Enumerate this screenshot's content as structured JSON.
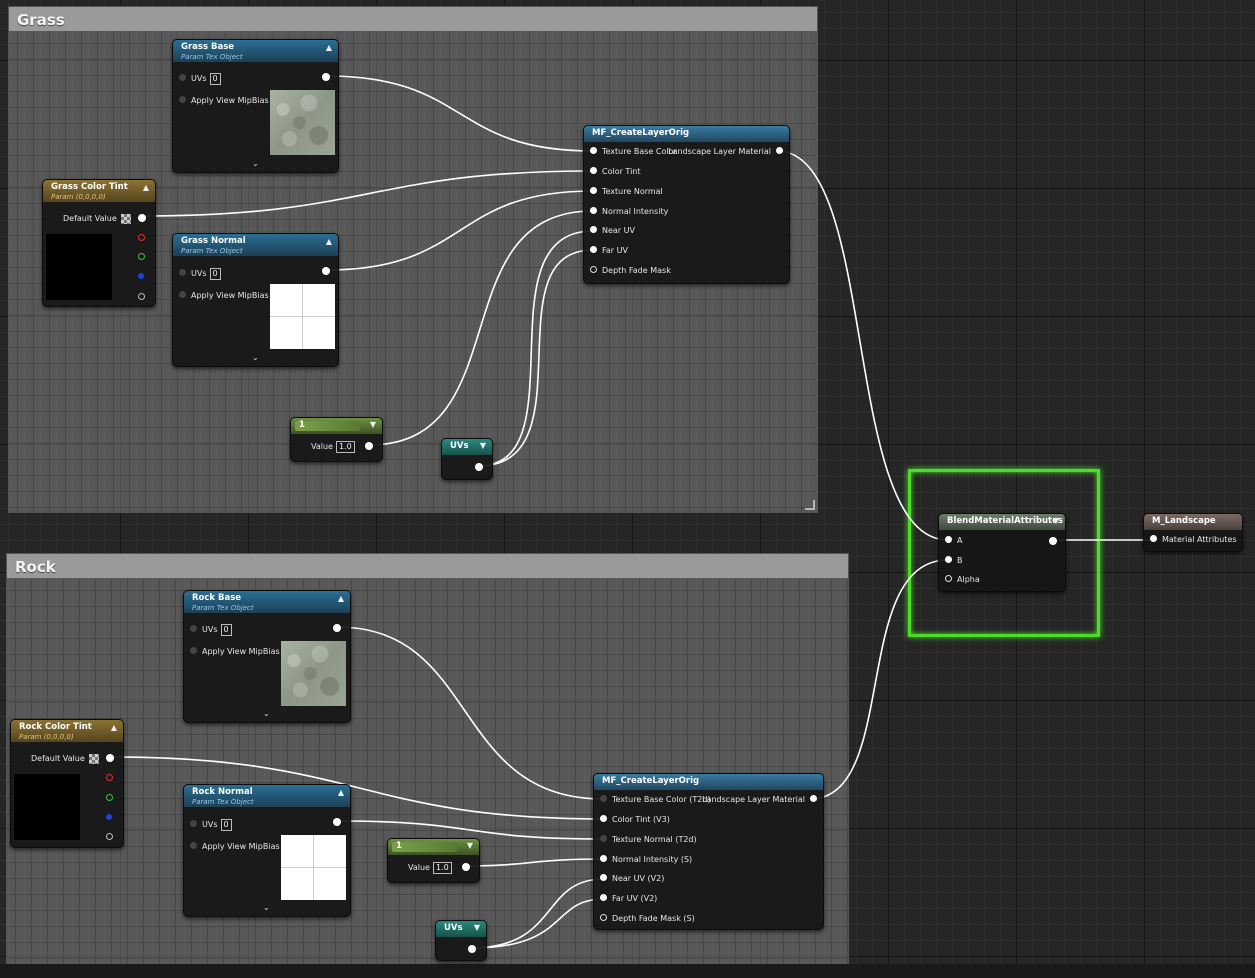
{
  "comments": {
    "grass": {
      "title": "Grass"
    },
    "rock": {
      "title": "Rock"
    }
  },
  "grass": {
    "base": {
      "title": "Grass Base",
      "subtitle": "Param Tex Object",
      "uvs_label": "UVs",
      "uvs_value": "0",
      "mip_label": "Apply View MipBias"
    },
    "normal": {
      "title": "Grass Normal",
      "subtitle": "Param Tex Object",
      "uvs_label": "UVs",
      "uvs_value": "0",
      "mip_label": "Apply View MipBias"
    },
    "tint": {
      "title": "Grass Color Tint",
      "subtitle": "Param (0,0,0,0)",
      "default_label": "Default Value"
    },
    "constant": {
      "title": "1",
      "value_label": "Value",
      "value": "1.0"
    },
    "uvs": {
      "title": "UVs"
    },
    "layer": {
      "title": "MF_CreateLayerOrig",
      "output": "Landscape Layer Material",
      "inputs": [
        "Texture Base Color",
        "Color Tint",
        "Texture Normal",
        "Normal Intensity",
        "Near UV",
        "Far UV",
        "Depth Fade Mask"
      ]
    }
  },
  "rock": {
    "base": {
      "title": "Rock Base",
      "subtitle": "Param Tex Object",
      "uvs_label": "UVs",
      "uvs_value": "0",
      "mip_label": "Apply View MipBias"
    },
    "normal": {
      "title": "Rock Normal",
      "subtitle": "Param Tex Object",
      "uvs_label": "UVs",
      "uvs_value": "0",
      "mip_label": "Apply View MipBias"
    },
    "tint": {
      "title": "Rock Color Tint",
      "subtitle": "Param (0,0,0,0)",
      "default_label": "Default Value"
    },
    "constant": {
      "title": "1",
      "value_label": "Value",
      "value": "1.0"
    },
    "uvs": {
      "title": "UVs"
    },
    "layer": {
      "title": "MF_CreateLayerOrig",
      "output": "Landscape Layer Material",
      "inputs": [
        "Texture Base Color (T2d)",
        "Color Tint (V3)",
        "Texture Normal (T2d)",
        "Normal Intensity (S)",
        "Near UV (V2)",
        "Far UV (V2)",
        "Depth Fade Mask (S)"
      ]
    }
  },
  "blend": {
    "title": "BlendMaterialAttributes",
    "inputs": [
      "A",
      "B",
      "Alpha"
    ]
  },
  "output_node": {
    "title": "M_Landscape",
    "input": "Material Attributes"
  },
  "colors": {
    "selection": "#4ddc2a",
    "wire": "#ffffff"
  }
}
